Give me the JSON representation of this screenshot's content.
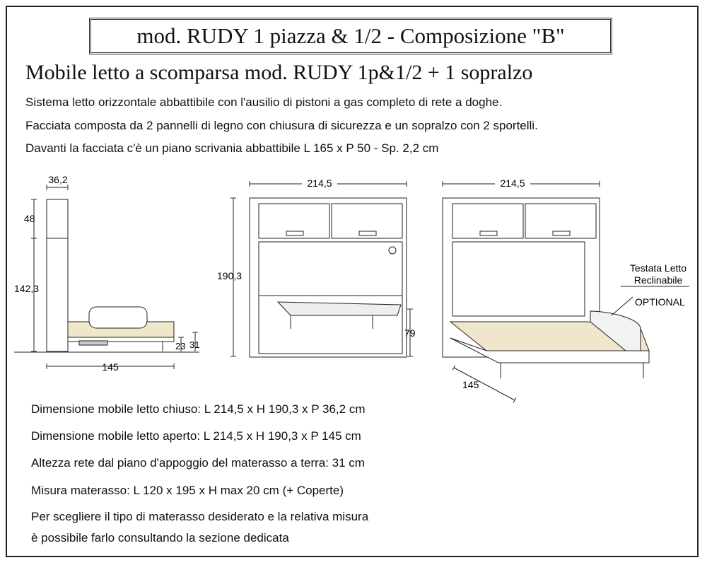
{
  "title": "mod. RUDY 1 piazza & 1/2 - Composizione \"B\"",
  "subtitle": "Mobile letto a scomparsa mod. RUDY 1p&1/2 + 1 sopralzo",
  "description": [
    "Sistema letto orizzontale abbattibile con l'ausilio di pistoni a gas completo di rete a doghe.",
    "Facciata composta da 2 pannelli di legno con chiusura di sicurezza e un sopralzo con 2 sportelli.",
    "Davanti la facciata c'è un piano scrivania abbattibile L 165 x P 50 - Sp. 2,2 cm"
  ],
  "side_view": {
    "depth": "36,2",
    "top_height": "48",
    "body_height": "142,3",
    "open_length": "145",
    "bed_height_1": "23",
    "bed_height_2": "31"
  },
  "front_view": {
    "width": "214,5",
    "height": "190,3",
    "desk_height": "79"
  },
  "open_view": {
    "width": "214,5",
    "depth": "145",
    "headboard_label_1": "Testata Letto",
    "headboard_label_2": "Reclinabile",
    "optional_label": "OPTIONAL"
  },
  "specs": [
    "Dimensione mobile letto chiuso: L 214,5 x H 190,3 x P 36,2 cm",
    "Dimensione mobile letto aperto: L 214,5 x H 190,3 x P 145 cm",
    "Altezza rete dal piano d'appoggio del materasso a terra: 31 cm",
    "Misura materasso: L 120 x 195 x H max 20 cm (+ Coperte)"
  ],
  "note": [
    "Per scegliere il tipo di materasso desiderato e la relativa misura",
    "è possibile farlo consultando la sezione dedicata"
  ]
}
